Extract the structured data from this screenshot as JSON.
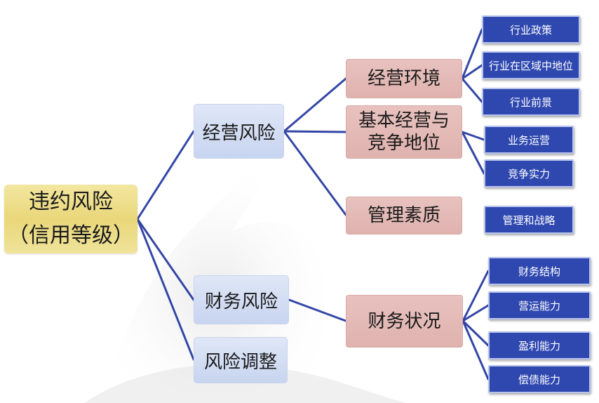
{
  "diagram": {
    "root": {
      "line1": "违约风险",
      "line2": "（信用等级）"
    },
    "level1": {
      "operating_risk": "经营风险",
      "financial_risk": "财务风险",
      "risk_adjustment": "风险调整"
    },
    "level2": {
      "operating_environment": "经营环境",
      "basic_operation_line1": "基本经营与",
      "basic_operation_line2": "竞争地位",
      "management_quality": "管理素质",
      "financial_condition": "财务状况"
    },
    "leaves": {
      "industry_policy": "行业政策",
      "industry_regional_position": "行业在区域中地位",
      "industry_prospects": "行业前景",
      "business_operation": "业务运营",
      "competitiveness": "竞争实力",
      "management_strategy": "管理和战略",
      "financial_structure": "财务结构",
      "operating_capacity": "营运能力",
      "profitability": "盈利能力",
      "solvency": "偿债能力"
    }
  },
  "colors": {
    "connector": "#3346a6",
    "root_fill": "#ece0a0",
    "level1_fill": "#d4def3",
    "level2_fill": "#e3bab6",
    "leaf_fill": "#2f48b0"
  }
}
